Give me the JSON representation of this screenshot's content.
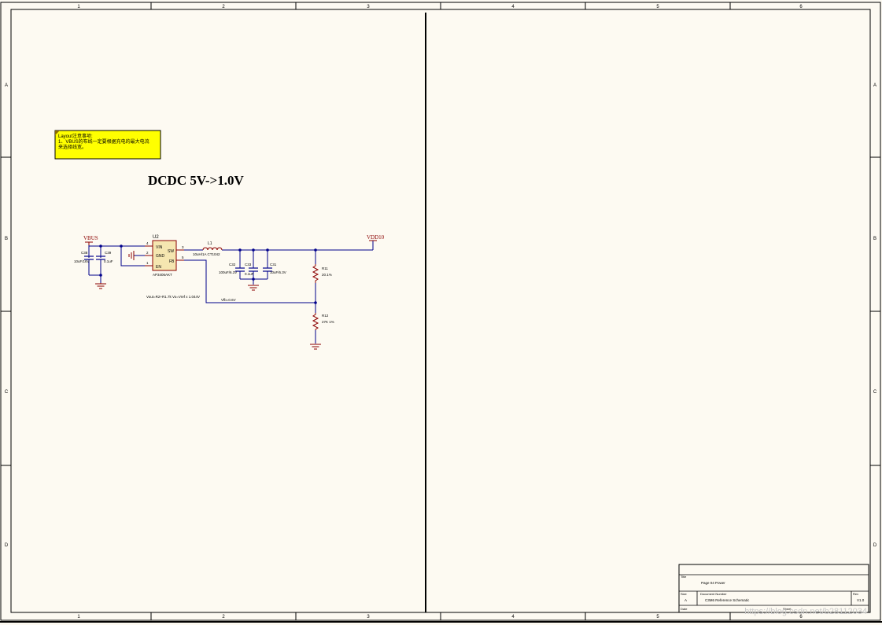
{
  "colors": {
    "paper": "#fdfaf2",
    "border": "#000000",
    "wire": "#00008b",
    "component": "#8b0000",
    "note_fill": "#ffff00",
    "note_text": "#000000"
  },
  "border": {
    "columns": [
      "1",
      "2",
      "3",
      "4",
      "5",
      "6"
    ],
    "rows": [
      "A",
      "B",
      "C",
      "D"
    ]
  },
  "note": {
    "line1": "Layout注意事项:",
    "line2": "1、VBUS的布线一定要根据充电的最大电流",
    "line3": "来选择线宽。"
  },
  "schematic": {
    "title": "DCDC 5V->1.0V",
    "power_in": "VBUS",
    "power_out": "VDD10",
    "ic": {
      "ref": "U2",
      "part": "AP3406AKT",
      "pins": {
        "vin": "VIN",
        "gnd": "GND",
        "en": "EN",
        "sw": "SW",
        "fb": "FB"
      },
      "pin_numbers": {
        "vin": "4",
        "gnd": "2",
        "en": "1",
        "sw": "3",
        "fb": "5"
      }
    },
    "inductor": {
      "ref": "L1",
      "value": "10uH/1A CT1042"
    },
    "caps_in": [
      {
        "ref": "C38",
        "value": "10uF/16V"
      },
      {
        "ref": "C39",
        "value": "0.1uF"
      }
    ],
    "caps_out": [
      {
        "ref": "C32",
        "value": "100uF/6.3V"
      },
      {
        "ref": "C33",
        "value": "0.1uF"
      },
      {
        "ref": "C31",
        "value": "10uF/6.3V"
      }
    ],
    "resistors": [
      {
        "ref": "R11",
        "value": "20.1%"
      },
      {
        "ref": "R12",
        "value": "27K 1%"
      }
    ],
    "formula": "Vout=R2+R1.7k  Vo=Vref x 1.044V",
    "fb_label": "Vfb=0.6V"
  },
  "title_block": {
    "title_label": "Title",
    "title_value": "Page 04 Power",
    "size_label": "Size",
    "size_value": "A",
    "doc_label": "Document Number",
    "doc_value": "C3M6 Reference Schematic",
    "rev_label": "Rev",
    "rev_value": "V1.0",
    "date_label": "Date",
    "sheet_label": "Sheet"
  },
  "watermark": "https://blog.csdn.net/b28112034"
}
